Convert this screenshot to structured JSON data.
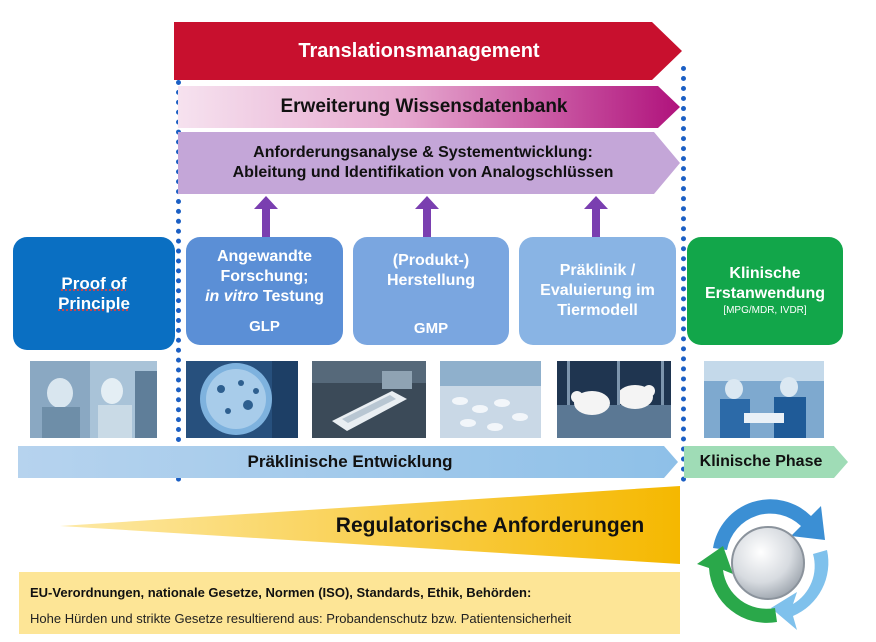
{
  "arrows": {
    "translation": "Translationsmanagement",
    "wissensdatenbank": "Erweiterung Wissensdatenbank",
    "anforderung_line1": "Anforderungsanalyse & Systementwicklung:",
    "anforderung_line2": "Ableitung und Identifikation von Analogschlüssen",
    "praeklinische_entwicklung": "Präklinische Entwicklung",
    "klinische_phase": "Klinische Phase",
    "regulatorisch": "Regulatorische Anforderungen"
  },
  "boxes": {
    "proof": {
      "line1": "Proof of",
      "line2": "Principle"
    },
    "angewandte": {
      "line1": "Angewandte",
      "line2": "Forschung;",
      "line3_italic": "in vitro",
      "line3_rest": " Testung",
      "tag": "GLP"
    },
    "herstellung": {
      "line1": "(Produkt-)",
      "line2": "Herstellung",
      "tag": "GMP"
    },
    "praeklinik": {
      "line1": "Präklinik /",
      "line2": "Evaluierung im",
      "line3": "Tiermodell"
    },
    "klinische": {
      "line1": "Klinische",
      "line2": "Erstanwendung",
      "small": "[MPG/MDR, IVDR]"
    }
  },
  "footer": {
    "line1": "EU-Verordnungen, nationale Gesetze, Normen (ISO), Standards, Ethik, Behörden:",
    "line2": "Hohe Hürden und strikte Gesetze resultierend aus: Probandenschutz bzw. Patientensicherheit"
  },
  "colors": {
    "red": "#c8102e",
    "magenta": "#b0127c",
    "lavender": "#c4a6d8",
    "blue_dark": "#0a6fc2",
    "blue_mid": "#5b8fd6",
    "blue_light": "#89b4e4",
    "green": "#12a64a",
    "yellow": "#f5b800",
    "footer_bg": "#fde596"
  }
}
